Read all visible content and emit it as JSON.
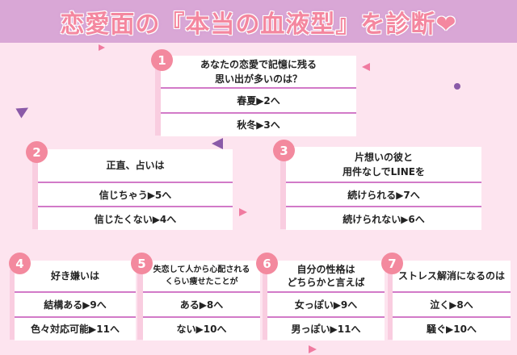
{
  "title": "恋愛面の『本当の血液型』を診断❤",
  "questions": [
    {
      "num": "1",
      "question": "あなたの恋愛で記憶に残る\n思い出が多いのは？",
      "options": [
        "春夏▶2へ",
        "秋冬▶3へ"
      ]
    },
    {
      "num": "2",
      "question": "正直、占いは",
      "options": [
        "信じちゃう▶5へ",
        "信じたくない▶4へ"
      ]
    },
    {
      "num": "3",
      "question": "片想いの彼と\n用件なしでLINEを",
      "options": [
        "続けられる▶7へ",
        "続けられない▶6へ"
      ]
    },
    {
      "num": "4",
      "question": "好き嫌いは",
      "options": [
        "結構ある▶9へ",
        "色々対応可能▶11へ"
      ]
    },
    {
      "num": "5",
      "question": "失恋して人から心配される\nくらい痩せたことが",
      "options": [
        "ある▶8へ",
        "ない▶10へ"
      ]
    },
    {
      "num": "6",
      "question": "自分の性格は\nどちらかと言えば",
      "options": [
        "女っぽい▶9へ",
        "男っぽい▶11へ"
      ]
    },
    {
      "num": "7",
      "question": "ストレス解消になるのは",
      "options": [
        "泣く▶8へ",
        "騒ぐ▶10へ"
      ]
    }
  ]
}
